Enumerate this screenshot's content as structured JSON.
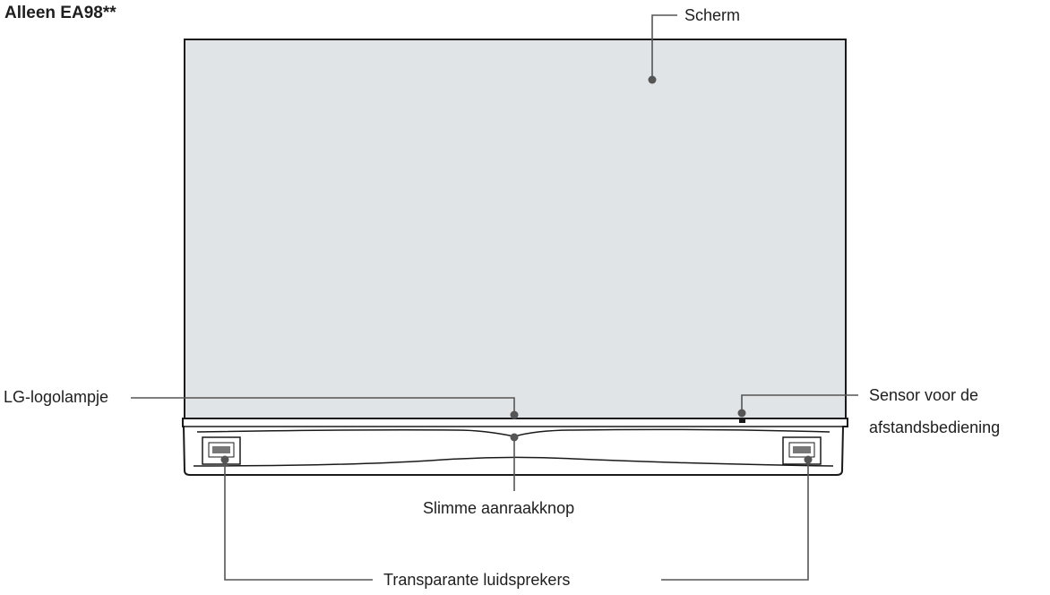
{
  "title": "Alleen EA98**",
  "labels": {
    "screen": "Scherm",
    "logo_lamp": "LG-logolampje",
    "sensor_line1": "Sensor voor de",
    "sensor_line2": "afstandsbediening",
    "touch_button": "Slimme aanraakknop",
    "speakers": "Transparante luidsprekers"
  },
  "colors": {
    "screen_fill": "#e1e4e7",
    "outline": "#1a1a1a",
    "leader": "#555555"
  }
}
